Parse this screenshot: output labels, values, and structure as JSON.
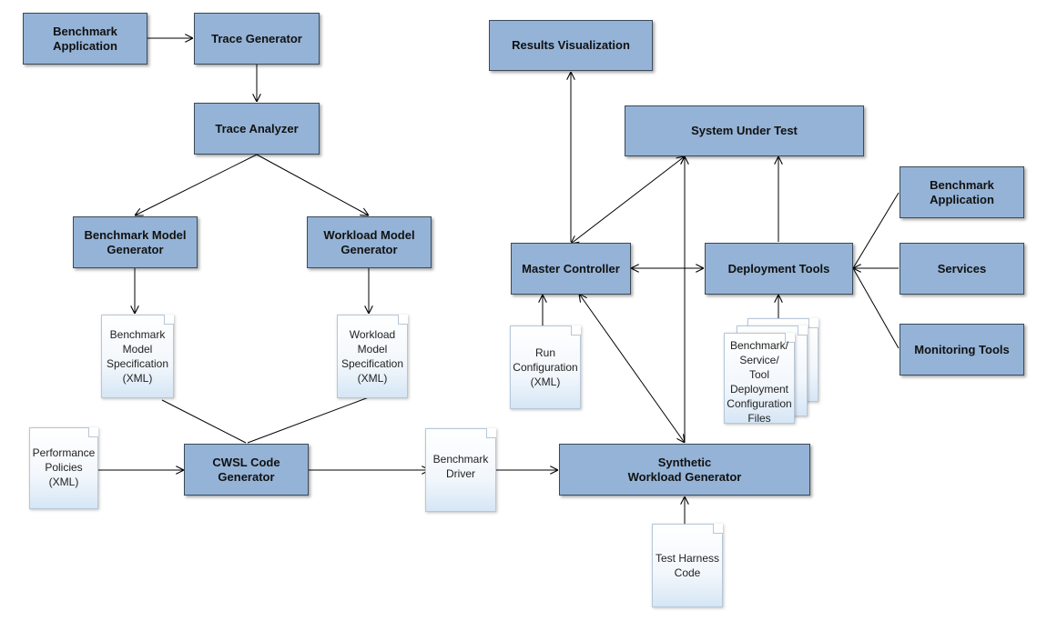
{
  "boxes": {
    "benchmark_app_left": "Benchmark\nApplication",
    "trace_generator": "Trace Generator",
    "trace_analyzer": "Trace Analyzer",
    "benchmark_model_generator": "Benchmark Model\nGenerator",
    "workload_model_generator": "Workload Model\nGenerator",
    "cwsl_code_generator": "CWSL Code\nGenerator",
    "results_visualization": "Results Visualization",
    "system_under_test": "System Under Test",
    "master_controller": "Master Controller",
    "deployment_tools": "Deployment Tools",
    "benchmark_app_right": "Benchmark\nApplication",
    "services": "Services",
    "monitoring_tools": "Monitoring Tools",
    "synthetic_workload_generator": "Synthetic\nWorkload Generator"
  },
  "documents": {
    "benchmark_model_spec": "Benchmark\nModel\nSpecification\n(XML)",
    "workload_model_spec": "Workload\nModel\nSpecification\n(XML)",
    "performance_policies": "Performance\nPolicies\n(XML)",
    "benchmark_driver": "Benchmark\nDriver",
    "run_configuration": "Run\nConfiguration\n(XML)",
    "deployment_config_files": "Benchmark/\nService/\nTool\nDeployment\nConfiguration\nFiles",
    "test_harness_code": "Test Harness\nCode"
  }
}
